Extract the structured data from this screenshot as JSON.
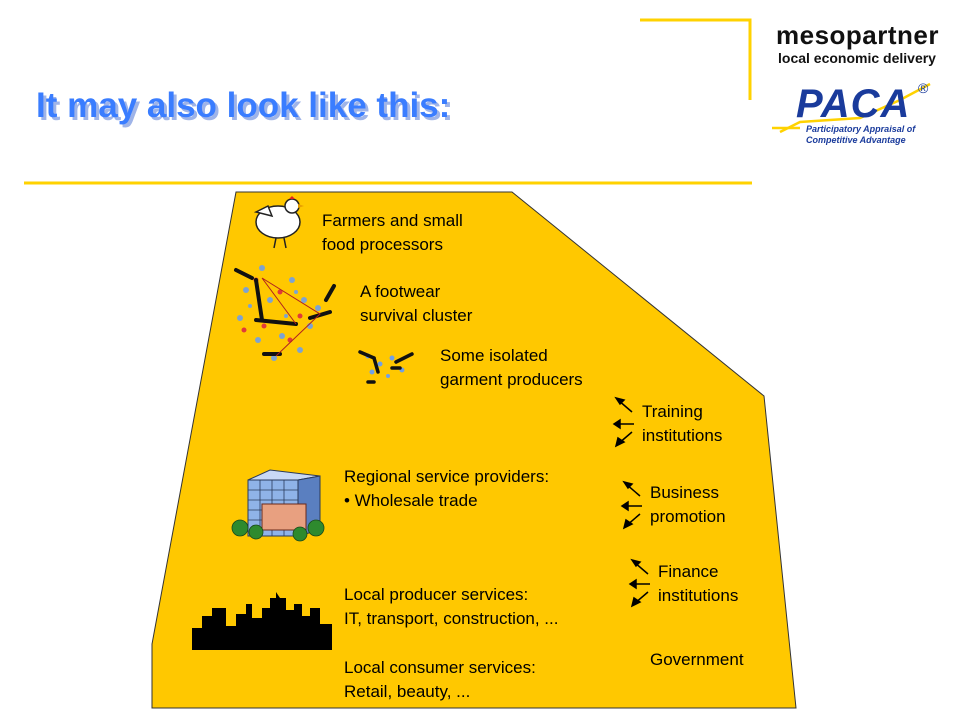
{
  "slide": {
    "title": "It may also look like this:",
    "accent_color": "#ffd200",
    "title_color": "#3a7dff",
    "region_color": "#ffc800"
  },
  "logo": {
    "name": "mesopartner",
    "tagline": "local economic delivery",
    "product": "PACA",
    "registered": "®",
    "product_sub_1": "Participatory Appraisal of",
    "product_sub_2": "Competitive Advantage"
  },
  "region": {
    "actors": [
      {
        "icon": "chicken-icon",
        "lines": [
          "Farmers and small",
          "food processors"
        ]
      },
      {
        "icon": "cluster-network-icon",
        "lines": [
          "A footwear",
          "survival cluster"
        ]
      },
      {
        "icon": "isolated-producers-icon",
        "lines": [
          "Some isolated",
          "garment producers"
        ]
      },
      {
        "icon": "office-building-icon",
        "lines": [
          "Regional service providers:",
          "• Wholesale trade"
        ]
      },
      {
        "icon": "city-skyline-icon",
        "lines": [
          "Local producer services:",
          "IT, transport, construction, ..."
        ]
      },
      {
        "icon": "",
        "lines": [
          "Local consumer services:",
          "Retail, beauty, ..."
        ]
      }
    ],
    "institutions": [
      {
        "lines": [
          "Training",
          "institutions"
        ]
      },
      {
        "lines": [
          "Business",
          "promotion"
        ]
      },
      {
        "lines": [
          "Finance",
          "institutions"
        ]
      },
      {
        "lines": [
          "Government"
        ]
      }
    ]
  }
}
